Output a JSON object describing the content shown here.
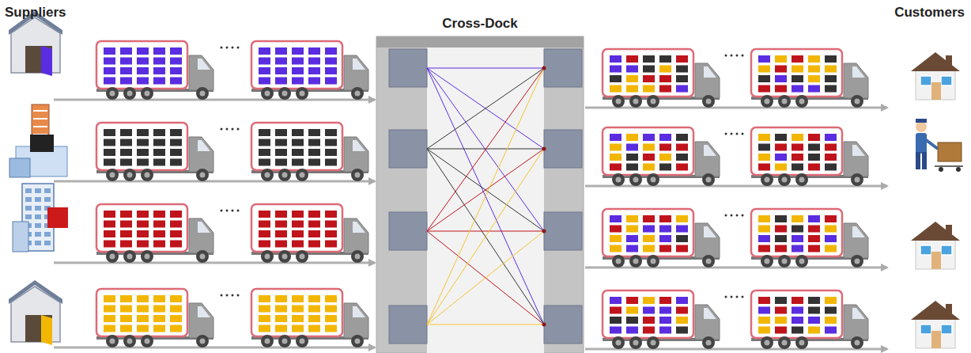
{
  "diagram": {
    "nodes": [
      {
        "text": [
          "Cross-Dock"
        ]
      }
    ],
    "labels": [
      "Suppliers",
      "Customers"
    ]
  }
}
